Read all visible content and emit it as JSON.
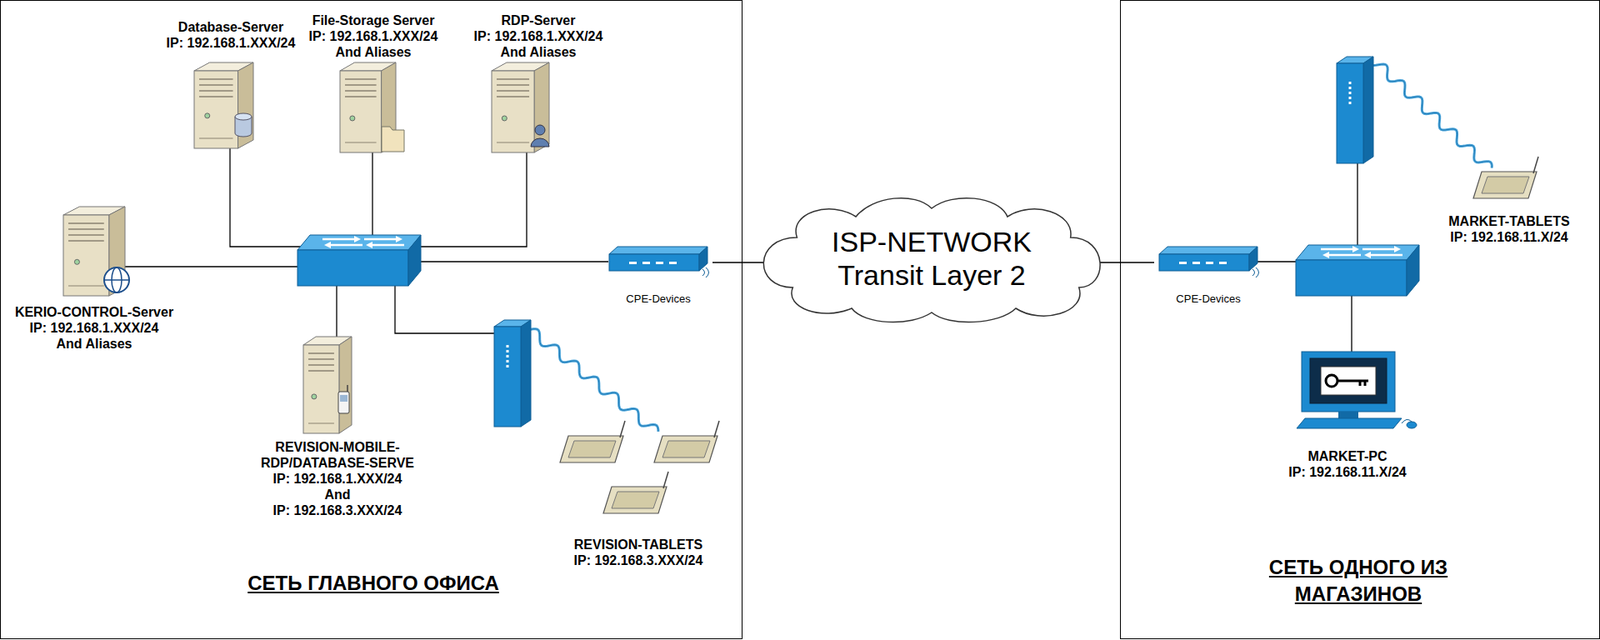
{
  "diagram": {
    "nodes": [
      {
        "text": [
          "СЕТЬ ГЛАВНОГО ОФИСА"
        ]
      },
      {
        "text": [
          "Database-Server",
          "IP: 192.168.1.XXX/24"
        ],
        "in": 0
      },
      {
        "text": [
          "File-Storage Server",
          "IP: 192.168.1.XXX/24",
          "And Aliases"
        ],
        "in": 0
      },
      {
        "text": [
          "RDP-Server",
          "IP: 192.168.1.XXX/24",
          "And Aliases"
        ],
        "in": 0
      },
      {
        "text": [
          "KERIO-CONTROL-Server",
          "IP: 192.168.1.XXX/24",
          "And Aliases"
        ],
        "in": 0
      },
      {
        "text": [
          "CPE-Devices"
        ],
        "in": 0
      },
      {
        "text": [
          "REVISION-MOBILE- RDP/DATABASE-SERVE",
          "IP: 192.168.1.XXX/24",
          "And",
          "IP: 192.168.3.XXX/24"
        ],
        "in": 0
      },
      {
        "text": [
          "REVISION-TABLETS",
          "IP: 192.168.3.XXX/24"
        ],
        "in": 0
      },
      {
        "text": [
          "ISP-NETWORK",
          "Transit Layer 2"
        ]
      },
      {
        "text": [
          "СЕТЬ ОДНОГО ИЗ МАГАЗИНОВ"
        ]
      },
      {
        "text": [
          "CPE-Devices"
        ],
        "in": 9
      },
      {
        "text": [
          "MARKET-TABLETS",
          "IP: 192.168.11.X/24"
        ],
        "in": 9
      },
      {
        "text": [
          "MARKET-PC",
          "IP: 192.168.11.X/24"
        ],
        "in": 9
      }
    ],
    "edges": [
      {
        "from": 5,
        "to": 8,
        "arrow": "none"
      },
      {
        "from": 8,
        "to": 10,
        "arrow": "none"
      }
    ]
  }
}
